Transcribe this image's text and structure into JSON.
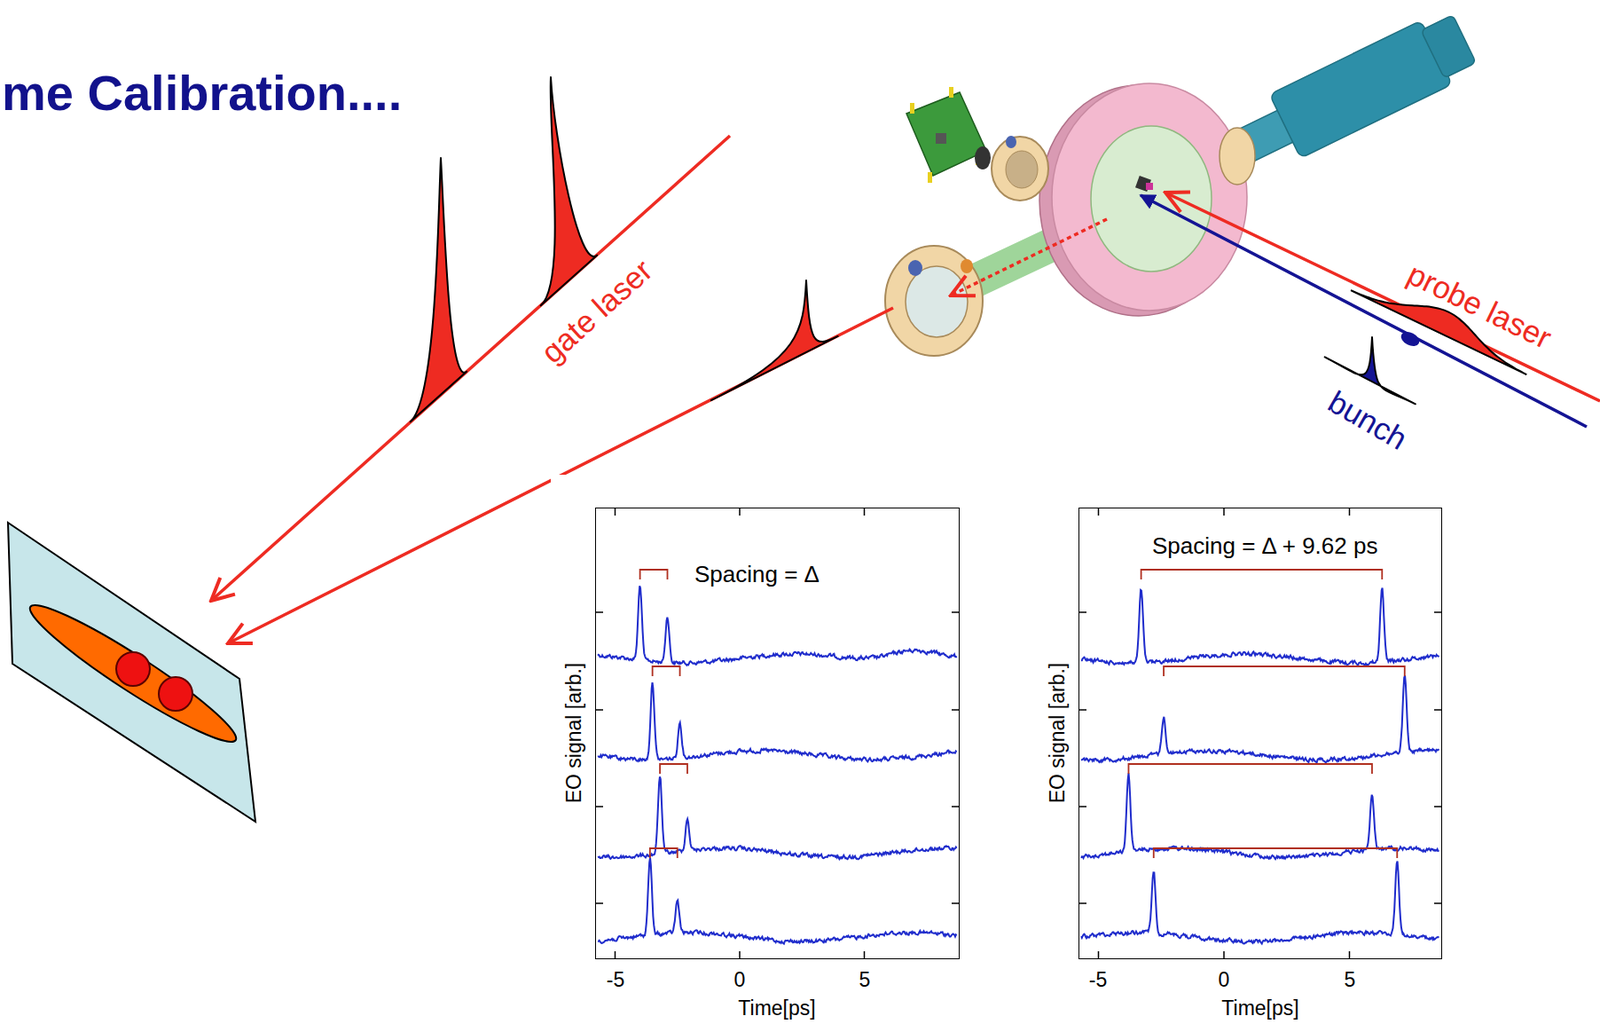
{
  "diagram": {
    "title": "me Calibration....",
    "nodes": [
      {
        "text": [
          "Spacing = Δ"
        ]
      },
      {
        "text": [
          "Spacing = Δ + 9.62 ps"
        ]
      }
    ],
    "labels": [
      "gate laser",
      "probe laser",
      "bunch",
      "EO signal [arb.]",
      "-5",
      "0",
      "5",
      "Time[ps]",
      "EO signal [arb.]",
      "-5",
      "0",
      "5",
      "Time[ps]"
    ]
  }
}
